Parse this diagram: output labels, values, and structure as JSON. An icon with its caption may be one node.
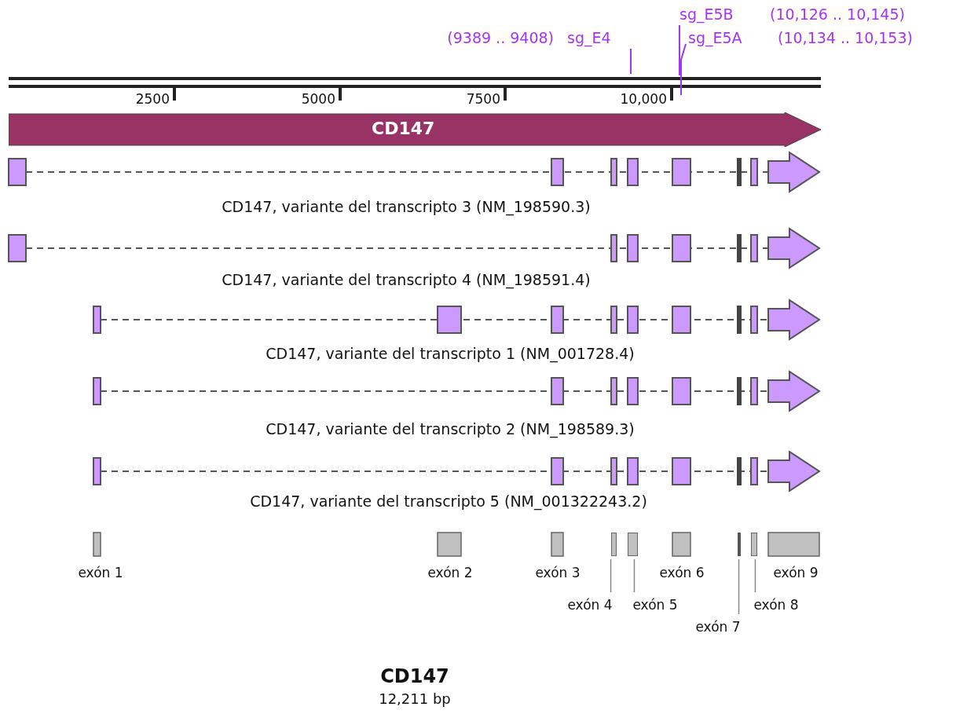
{
  "diagram": {
    "title": "CD147",
    "caption": "12,211 bp",
    "nodes": [
      {
        "text": [
          "CD147"
        ]
      },
      {
        "text": [],
        "shape": "box"
      },
      {
        "text": [],
        "shape": "box"
      },
      {
        "text": [],
        "shape": "bar"
      },
      {
        "text": [],
        "shape": "box"
      },
      {
        "text": [
          "exón 4"
        ]
      },
      {
        "text": [
          "exón 5"
        ]
      },
      {
        "text": [
          "exón 7"
        ]
      },
      {
        "text": [
          "exón 8"
        ]
      }
    ],
    "edges": [
      {
        "from": 5,
        "to": 1,
        "arrow": "none"
      },
      {
        "from": 6,
        "to": 2,
        "arrow": "none"
      },
      {
        "from": 7,
        "to": 3,
        "arrow": "none"
      },
      {
        "from": 8,
        "to": 4,
        "arrow": "none"
      }
    ],
    "labels": [
      "sg_E5B",
      "(10,126 .. 10,145)",
      "(9389 .. 9408)",
      "sg_E4",
      "sg_E5A",
      "(10,134 .. 10,153)",
      "2500",
      "5000",
      "7500",
      "10,000",
      "CD147, variante del transcripto 3 (NM_198590.3)",
      "CD147, variante del transcripto 4 (NM_198591.4)",
      "CD147, variante del transcripto 1 (NM_001728.4)",
      "CD147, variante del transcripto 2 (NM_198589.3)",
      "CD147, variante del transcripto 5 (NM_001322243.2)",
      "exón 1",
      "exón 2",
      "exón 3",
      "exón 6",
      "exón 9"
    ]
  }
}
